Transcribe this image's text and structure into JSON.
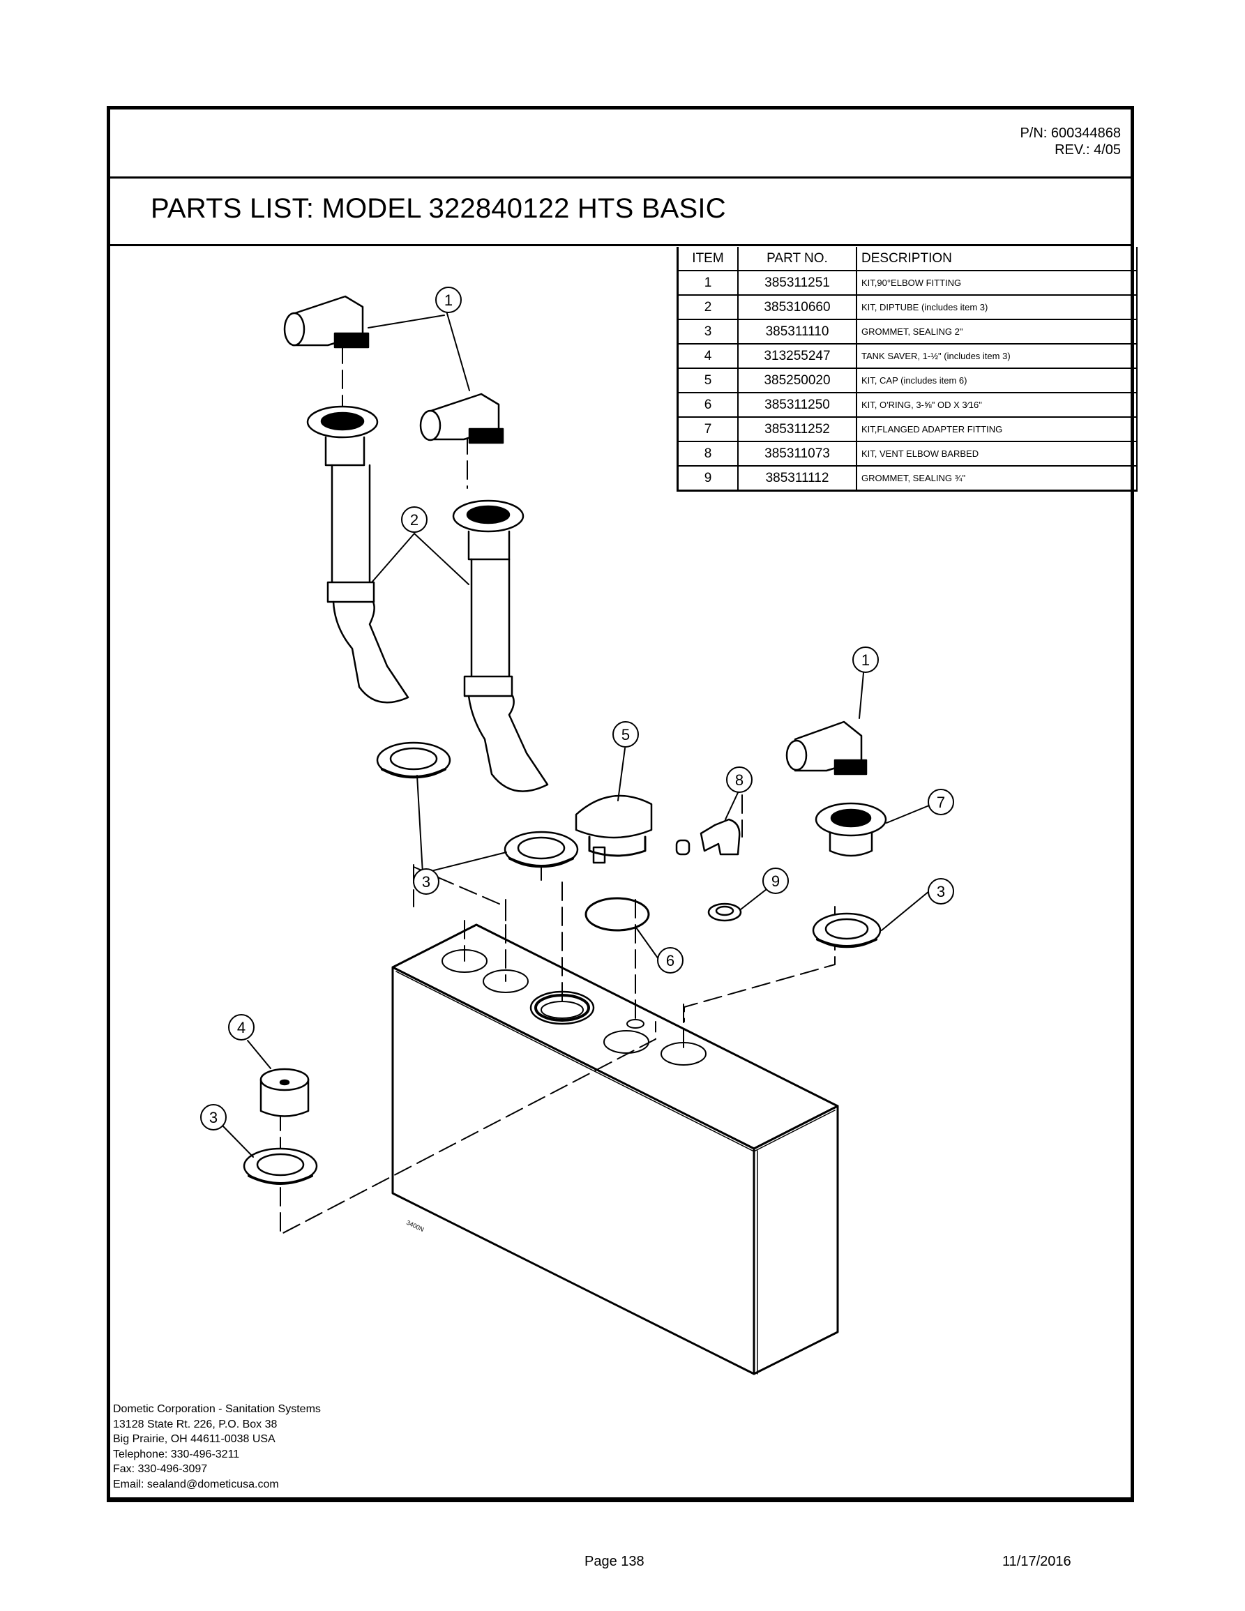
{
  "header": {
    "part_number_label": "P/N:",
    "part_number": "600344868",
    "revision_label": "REV.:",
    "revision": "4/05",
    "pn_line": "P/N:  600344868",
    "rev_line": "REV.:  4/05"
  },
  "title": "PARTS LIST:  MODEL 322840122  HTS BASIC",
  "parts_table": {
    "columns": [
      "ITEM",
      "PART NO.",
      "DESCRIPTION"
    ],
    "rows": [
      {
        "item": "1",
        "part_no": "385311251",
        "description": "KIT,90°ELBOW FITTING"
      },
      {
        "item": "2",
        "part_no": "385310660",
        "description": "KIT, DIPTUBE (includes item 3)"
      },
      {
        "item": "3",
        "part_no": "385311110",
        "description": "GROMMET, SEALING 2\""
      },
      {
        "item": "4",
        "part_no": "313255247",
        "description": "TANK SAVER, 1-½\" (includes item 3)"
      },
      {
        "item": "5",
        "part_no": "385250020",
        "description": "KIT, CAP (includes item 6)"
      },
      {
        "item": "6",
        "part_no": "385311250",
        "description": "KIT, O'RING, 3-⅝\" OD X 3⁄16\""
      },
      {
        "item": "7",
        "part_no": "385311252",
        "description": "KIT,FLANGED ADAPTER FITTING"
      },
      {
        "item": "8",
        "part_no": "385311073",
        "description": "KIT, VENT ELBOW BARBED"
      },
      {
        "item": "9",
        "part_no": "385311112",
        "description": "GROMMET, SEALING ¾\""
      }
    ]
  },
  "drawing": {
    "callouts": [
      "1",
      "2",
      "1",
      "5",
      "8",
      "7",
      "3",
      "9",
      "3",
      "6",
      "4",
      "3"
    ],
    "tank_label": "3400N"
  },
  "address": {
    "lines": [
      "Dometic Corporation - Sanitation Systems",
      "13128 State Rt. 226, P.O. Box 38",
      "Big Prairie, OH 44611-0038 USA",
      "Telephone: 330-496-3211",
      "Fax: 330-496-3097",
      "Email: sealand@dometicusa.com"
    ]
  },
  "footer": {
    "page": "Page 138",
    "date": "11/17/2016"
  }
}
